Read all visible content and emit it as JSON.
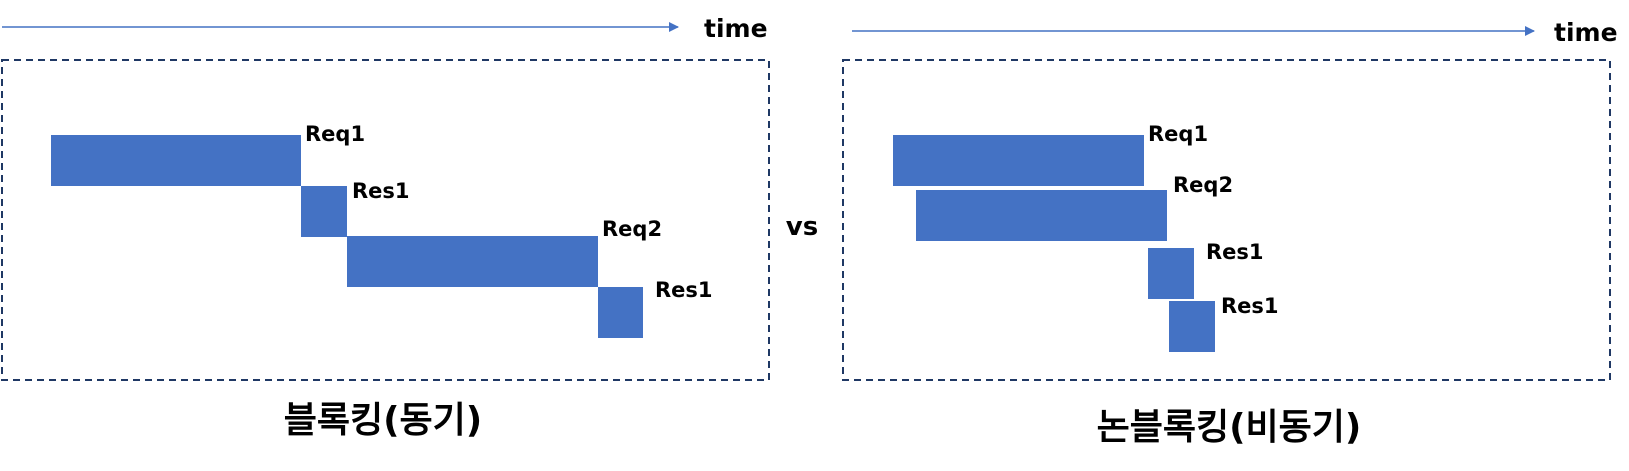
{
  "colors": {
    "bar": "#4472c4",
    "arrow": "#4472c4",
    "frame": "#1f3864",
    "text": "#000000"
  },
  "vs_label": "vs",
  "panels": [
    {
      "id": "blocking",
      "time_label": "time",
      "caption": "블록킹(동기)",
      "bars": [
        {
          "label": "Req1"
        },
        {
          "label": "Res1"
        },
        {
          "label": "Req2"
        },
        {
          "label": "Res1"
        }
      ]
    },
    {
      "id": "nonblocking",
      "time_label": "time",
      "caption": "논블록킹(비동기)",
      "bars": [
        {
          "label": "Req1"
        },
        {
          "label": "Req2"
        },
        {
          "label": "Res1"
        },
        {
          "label": "Res1"
        }
      ]
    }
  ]
}
